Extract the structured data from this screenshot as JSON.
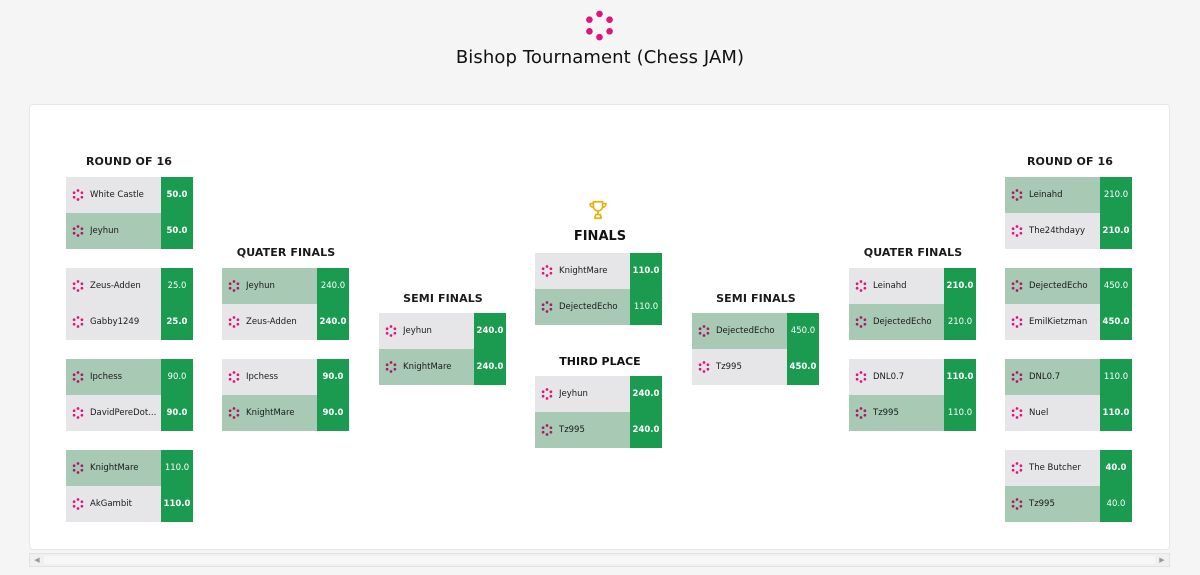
{
  "title": "Bishop Tournament (Chess JAM)",
  "colors": {
    "accent": "#e0147a",
    "score_bg": "#1a9b50",
    "slot_gray": "#e6e6e9",
    "slot_green": "#a8c9b4",
    "trophy": "#e8b007"
  },
  "labels": {
    "r16_left": "ROUND OF 16",
    "qf_left": "QUATER FINALS",
    "sf_left": "SEMI FINALS",
    "finals": "FINALS",
    "third": "THIRD PLACE",
    "sf_right": "SEMI FINALS",
    "qf_right": "QUATER FINALS",
    "r16_right": "ROUND OF 16"
  },
  "matches": {
    "r16_left": [
      [
        {
          "name": "White Castle",
          "score": "50.0"
        },
        {
          "name": "Jeyhun",
          "score": "50.0"
        }
      ],
      [
        {
          "name": "Zeus-Adden",
          "score": "25.0"
        },
        {
          "name": "Gabby1249",
          "score": "25.0"
        }
      ],
      [
        {
          "name": "Ipchess",
          "score": "90.0"
        },
        {
          "name": "DavidPereDot...",
          "score": "90.0"
        }
      ],
      [
        {
          "name": "KnightMare",
          "score": "110.0"
        },
        {
          "name": "AkGambit",
          "score": "110.0"
        }
      ]
    ],
    "qf_left": [
      [
        {
          "name": "Jeyhun",
          "score": "240.0"
        },
        {
          "name": "Zeus-Adden",
          "score": "240.0"
        }
      ],
      [
        {
          "name": "Ipchess",
          "score": "90.0"
        },
        {
          "name": "KnightMare",
          "score": "90.0"
        }
      ]
    ],
    "sf_left": [
      [
        {
          "name": "Jeyhun",
          "score": "240.0"
        },
        {
          "name": "KnightMare",
          "score": "240.0"
        }
      ]
    ],
    "finals": [
      [
        {
          "name": "KnightMare",
          "score": "110.0"
        },
        {
          "name": "DejectedEcho",
          "score": "110.0"
        }
      ]
    ],
    "third": [
      [
        {
          "name": "Jeyhun",
          "score": "240.0"
        },
        {
          "name": "Tz995",
          "score": "240.0"
        }
      ]
    ],
    "sf_right": [
      [
        {
          "name": "DejectedEcho",
          "score": "450.0"
        },
        {
          "name": "Tz995",
          "score": "450.0"
        }
      ]
    ],
    "qf_right": [
      [
        {
          "name": "Leinahd",
          "score": "210.0"
        },
        {
          "name": "DejectedEcho",
          "score": "210.0"
        }
      ],
      [
        {
          "name": "DNL0.7",
          "score": "110.0"
        },
        {
          "name": "Tz995",
          "score": "110.0"
        }
      ]
    ],
    "r16_right": [
      [
        {
          "name": "Leinahd",
          "score": "210.0"
        },
        {
          "name": "The24thdayy",
          "score": "210.0"
        }
      ],
      [
        {
          "name": "DejectedEcho",
          "score": "450.0"
        },
        {
          "name": "EmilKietzman",
          "score": "450.0"
        }
      ],
      [
        {
          "name": "DNL0.7",
          "score": "110.0"
        },
        {
          "name": "Nuel",
          "score": "110.0"
        }
      ],
      [
        {
          "name": "The Butcher",
          "score": "40.0"
        },
        {
          "name": "Tz995",
          "score": "40.0"
        }
      ]
    ]
  }
}
